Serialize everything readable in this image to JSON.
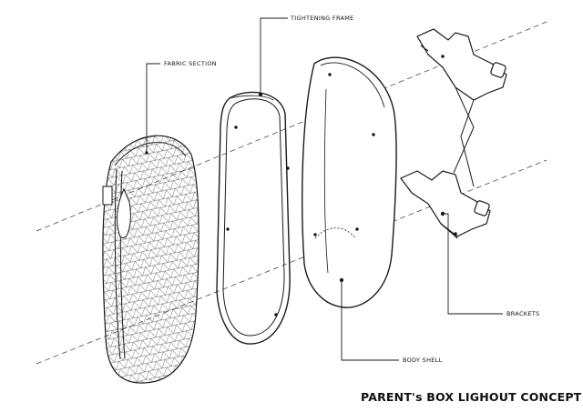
{
  "title": "PARENT's BOX LIGHOUT CONCEPT",
  "labels": {
    "fabric_section": "FABRIC SECTION",
    "tightening_frame": "TIGHTENING FRAME",
    "brackets": "BRACKETS",
    "body_shell": "BODY SHELL"
  },
  "colors": {
    "line": "#1a1a1a",
    "background": "#ffffff"
  }
}
